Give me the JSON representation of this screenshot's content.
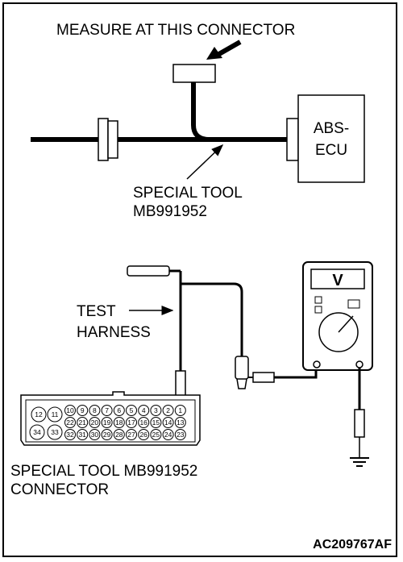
{
  "top": {
    "measure_label": "MEASURE AT THIS CONNECTOR",
    "ecu_line1": "ABS-",
    "ecu_line2": "ECU",
    "tool_line1": "SPECIAL TOOL",
    "tool_line2": "MB991952"
  },
  "bottom": {
    "harness_line1": "TEST",
    "harness_line2": "HARNESS",
    "meter_symbol": "V",
    "connector_line1": "SPECIAL TOOL MB991952",
    "connector_line2": "CONNECTOR"
  },
  "connector_pins": {
    "big": [
      "12",
      "11",
      "34",
      "33"
    ],
    "row1": [
      "10",
      "9",
      "8",
      "7",
      "6",
      "5",
      "4",
      "3",
      "2",
      "1"
    ],
    "row2": [
      "22",
      "21",
      "20",
      "19",
      "18",
      "17",
      "16",
      "15",
      "14",
      "13"
    ],
    "row3": [
      "32",
      "31",
      "30",
      "29",
      "28",
      "27",
      "26",
      "25",
      "24",
      "23"
    ]
  },
  "figure_code": "AC209767AF"
}
